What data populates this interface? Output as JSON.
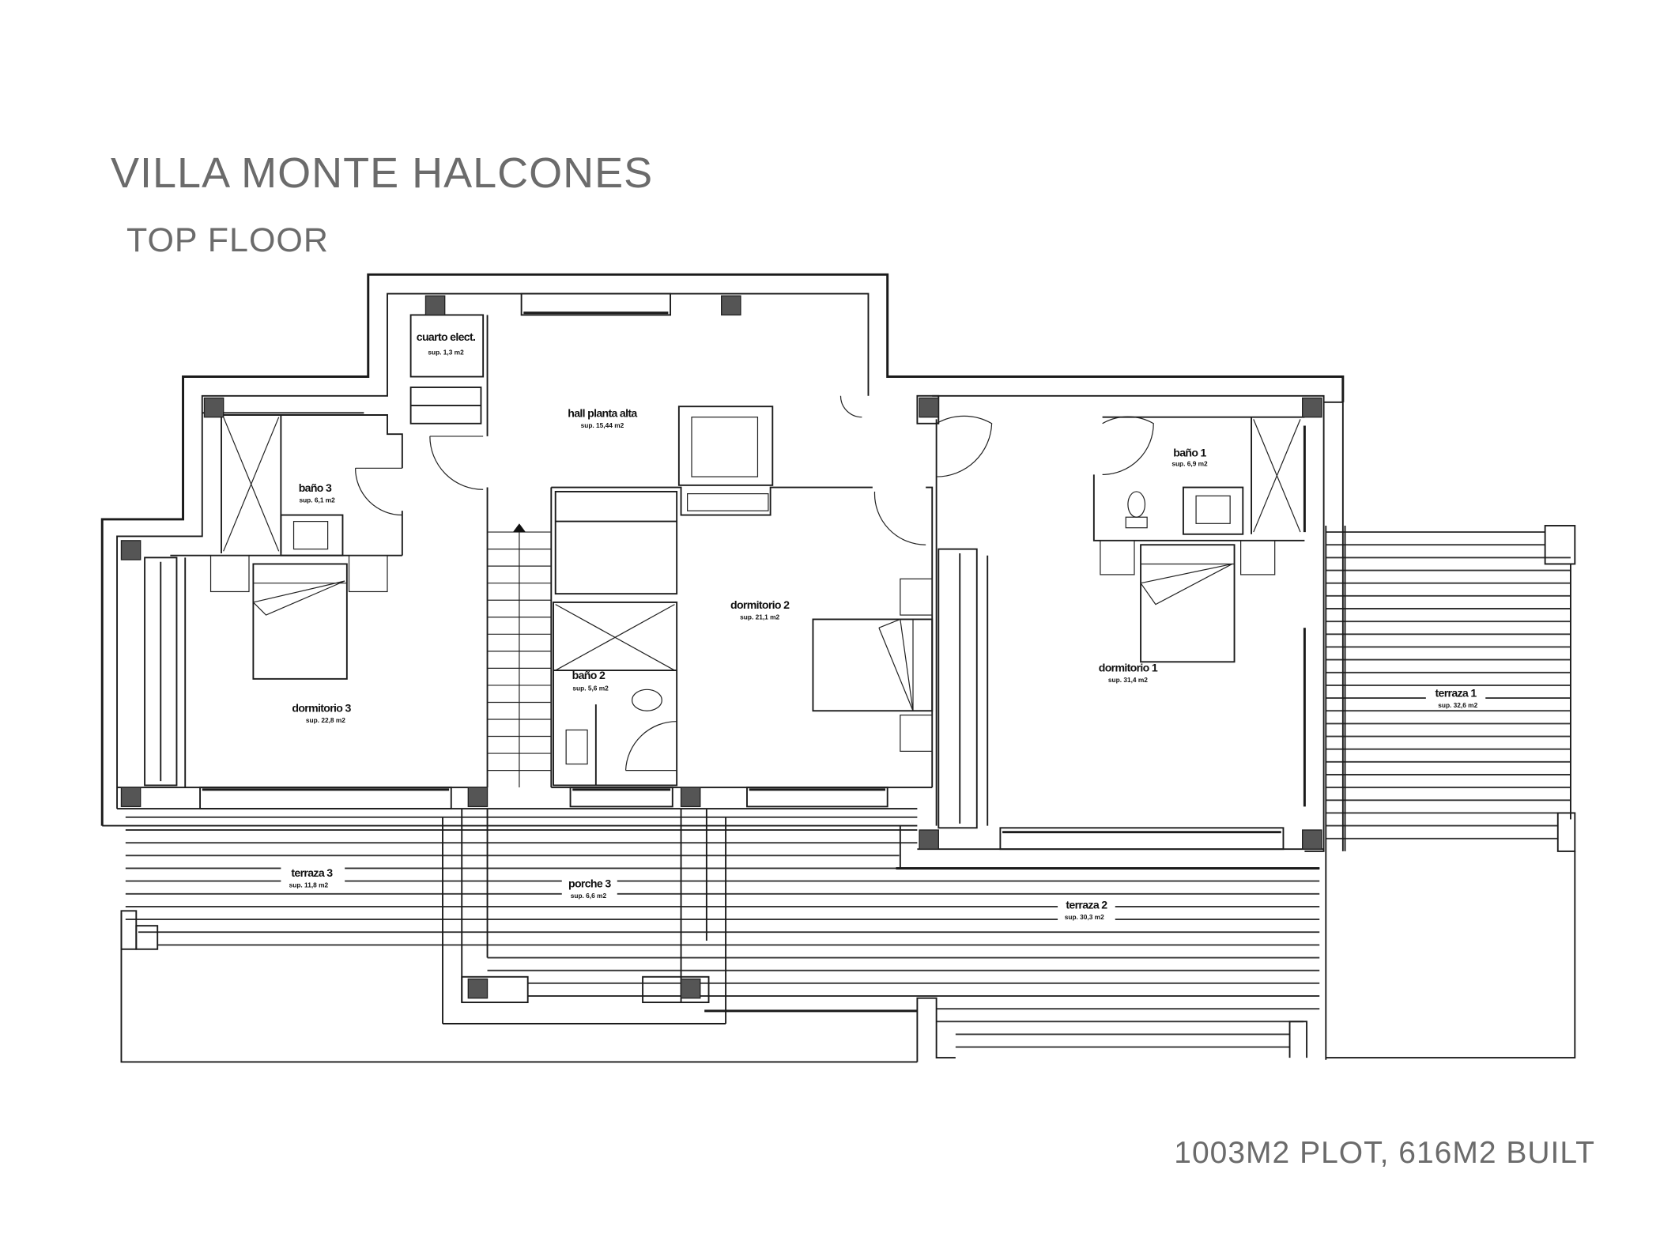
{
  "header": {
    "title": "VILLA MONTE HALCONES",
    "subtitle": "TOP FLOOR"
  },
  "footer": {
    "summary": "1003M2 PLOT, 616M2 BUILT"
  },
  "rooms": {
    "cuarto_elect": {
      "name": "cuarto elect.",
      "area": "sup. 1,3 m2"
    },
    "hall": {
      "name": "hall planta alta",
      "area": "sup. 15,44 m2"
    },
    "bano3": {
      "name": "baño 3",
      "area": "sup. 6,1 m2"
    },
    "dormitorio3": {
      "name": "dormitorio 3",
      "area": "sup. 22,8 m2"
    },
    "dormitorio2": {
      "name": "dormitorio 2",
      "area": "sup. 21,1 m2"
    },
    "bano2": {
      "name": "baño 2",
      "area": "sup. 5,6 m2"
    },
    "bano1": {
      "name": "baño 1",
      "area": "sup. 6,9 m2"
    },
    "dormitorio1": {
      "name": "dormitorio 1",
      "area": "sup. 31,4 m2"
    },
    "terraza1": {
      "name": "terraza 1",
      "area": "sup. 32,6 m2"
    },
    "terraza3": {
      "name": "terraza 3",
      "area": "sup. 11,8 m2"
    },
    "porche3": {
      "name": "porche 3",
      "area": "sup. 6,6 m2"
    },
    "terraza2": {
      "name": "terraza 2",
      "area": "sup. 30,3 m2"
    }
  },
  "colors": {
    "heading_text": "#6b6b6b",
    "line": "#1a1a1a",
    "column_fill": "#555555",
    "background": "#ffffff"
  }
}
